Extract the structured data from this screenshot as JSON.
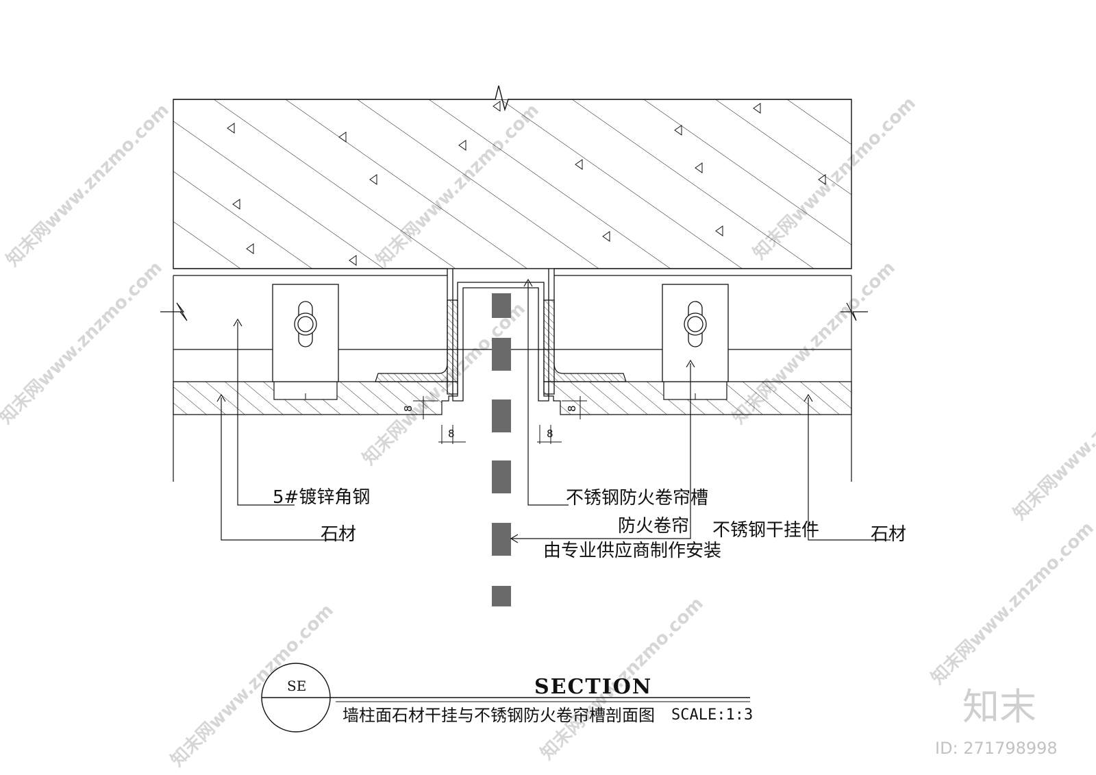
{
  "labels": {
    "angle_steel": "5#镀锌角钢",
    "stone_left": "石材",
    "groove": "不锈钢防火卷帘槽",
    "shutter": "防火卷帘",
    "hanger": "不锈钢干挂件",
    "stone_right": "石材",
    "supplier_note": "由专业供应商制作安装"
  },
  "dimensions": {
    "gap_left_h": "8",
    "gap_right_h": "8",
    "gap_left_v": "8",
    "gap_right_v": "8"
  },
  "title_block": {
    "symbol": "SE",
    "heading": "SECTION",
    "subtitle": "墙柱面石材干挂与不锈钢防火卷帘槽剖面图",
    "scale": "SCALE:1:3"
  },
  "watermark": {
    "text": "知末网www.znzmo.com",
    "logo": "知末",
    "id": "ID: 271798998"
  },
  "colors": {
    "line": "#111111",
    "shutter": "#6a6a6a",
    "watermark": "#d6d6d6"
  }
}
